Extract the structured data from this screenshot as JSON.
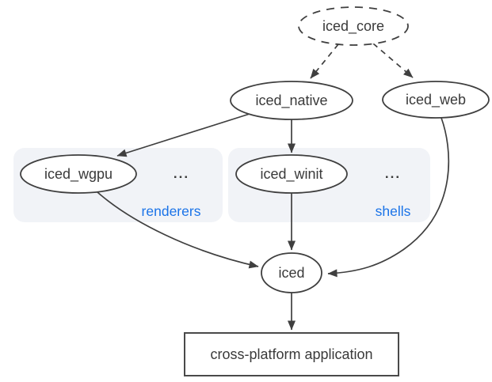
{
  "diagram": {
    "nodes": {
      "core": {
        "label": "iced_core"
      },
      "native": {
        "label": "iced_native"
      },
      "web": {
        "label": "iced_web"
      },
      "wgpu": {
        "label": "iced_wgpu"
      },
      "winit": {
        "label": "iced_winit"
      },
      "iced": {
        "label": "iced"
      },
      "app": {
        "label": "cross-platform application"
      }
    },
    "groups": {
      "renderers": {
        "label": "renderers",
        "ellipsis": "..."
      },
      "shells": {
        "label": "shells",
        "ellipsis": "..."
      }
    },
    "colors": {
      "stroke": "#3f3f3f",
      "text": "#3a3a3a",
      "group_fill": "#f1f3f7",
      "group_label": "#1a73e8",
      "background": "#ffffff"
    }
  }
}
